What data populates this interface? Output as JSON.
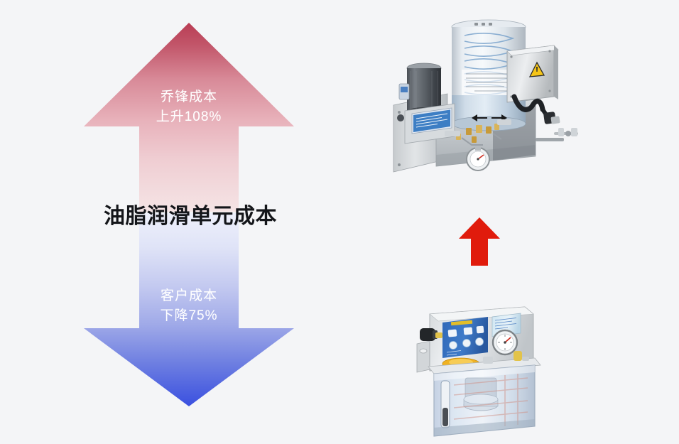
{
  "background_color": "#f4f5f7",
  "center_title": "油脂润滑单元成本",
  "up_arrow": {
    "name": "competitor-cost-up-arrow",
    "line1": "乔锋成本",
    "line2": "上升108%",
    "direction": "up",
    "gradient_top_color": "#b93d54",
    "gradient_bottom_color": "#f3e0e2",
    "text_color": "#ffffff"
  },
  "down_arrow": {
    "name": "customer-cost-down-arrow",
    "line1": "客户成本",
    "line2": "下降75%",
    "direction": "down",
    "gradient_top_color": "#eef0fb",
    "gradient_bottom_color": "#3a50e0",
    "text_color": "#ffffff"
  },
  "connector_arrow": {
    "name": "red-upgrade-arrow",
    "color": "#e01b0c",
    "direction": "up"
  },
  "photo_top": {
    "name": "grease-lubrication-pump-unit-photo",
    "caption": "",
    "alt": "灰色电动油脂润滑泵单元，带透明储油筒、电机、接线盒与压力表",
    "warning_label": "⚠"
  },
  "photo_bottom": {
    "name": "compact-lubrication-pump-photo",
    "caption": "",
    "alt": "紧凑型润滑泵，带蓝色控制面板、压力表与透明油箱",
    "panel_color": "#2a62b4"
  }
}
